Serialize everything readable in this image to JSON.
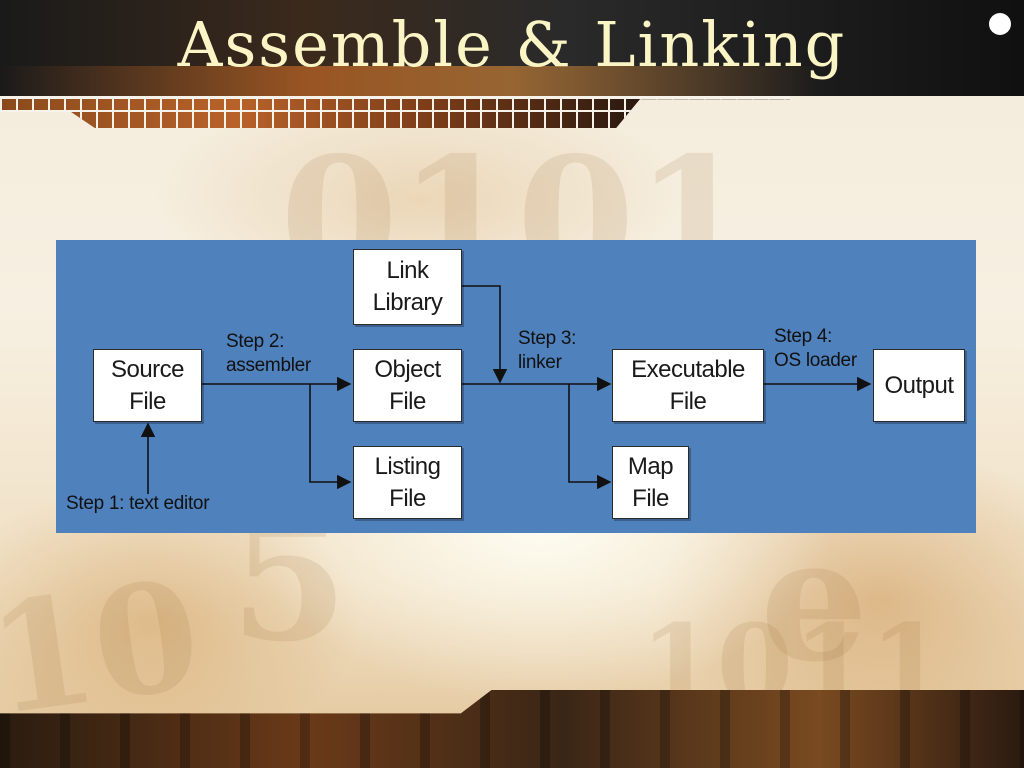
{
  "slide": {
    "title": "Assemble & Linking"
  },
  "diagram": {
    "background_color": "#4f81bd",
    "boxes": {
      "source_file": "Source\nFile",
      "link_library": "Link\nLibrary",
      "object_file": "Object\nFile",
      "listing_file": "Listing\nFile",
      "executable_file": "Executable\nFile",
      "map_file": "Map\nFile",
      "output": "Output"
    },
    "steps": {
      "step1": "Step 1: text editor",
      "step2": "Step 2:\nassembler",
      "step3": "Step 3:\nlinker",
      "step4": "Step 4:\nOS loader"
    }
  },
  "background_digits": [
    "0101",
    "1011",
    "10",
    "e",
    "5"
  ]
}
